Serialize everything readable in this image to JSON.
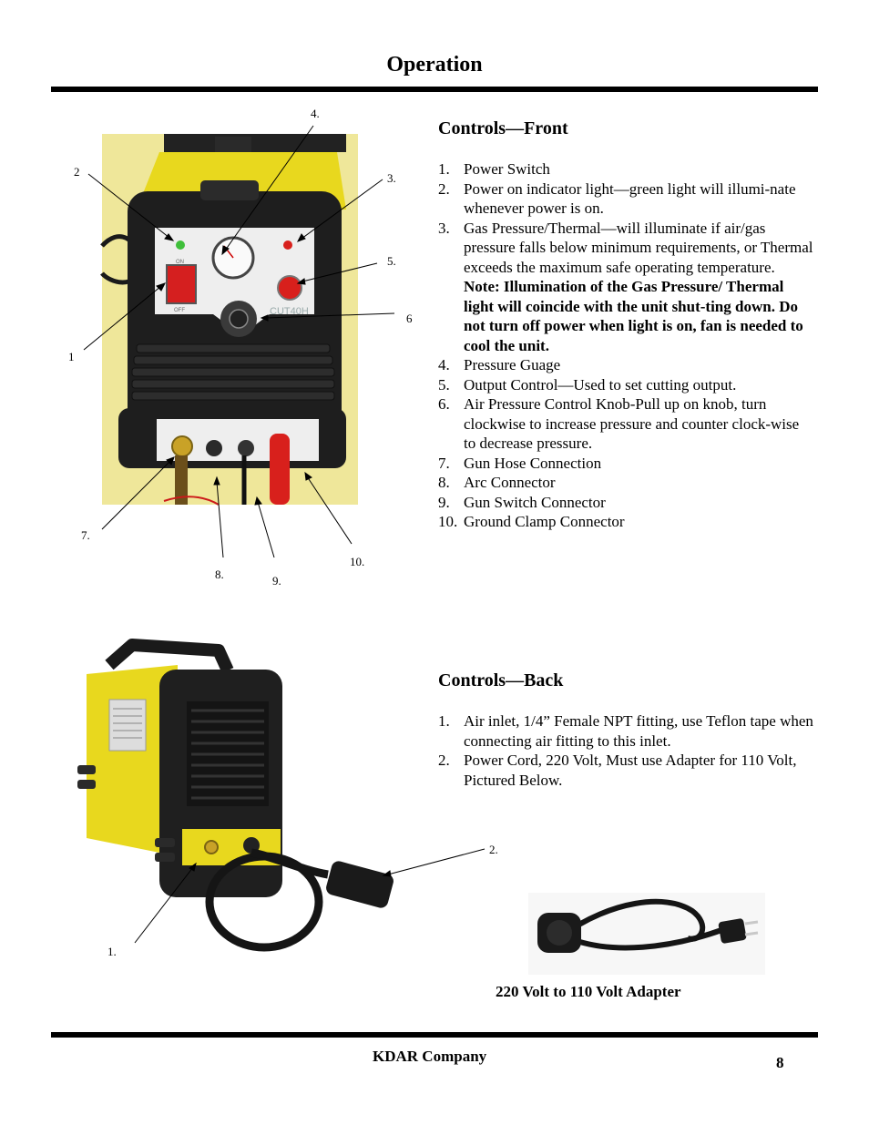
{
  "page": {
    "title": "Operation",
    "footer_company": "KDAR Company",
    "page_number": "8"
  },
  "front": {
    "heading": "Controls—Front",
    "items": [
      {
        "num": "1.",
        "text": "Power Switch"
      },
      {
        "num": "2.",
        "text": "Power on indicator light—green light will illumi-nate whenever power is on."
      },
      {
        "num": "3.",
        "text": "Gas Pressure/Thermal—will illuminate if air/gas pressure falls below minimum requirements, or Thermal exceeds the maximum safe operating temperature.",
        "note": "Note: Illumination of  the Gas Pressure/ Thermal light will coincide with the unit shut-ting down. Do not turn off power when  light is on, fan is needed to cool the unit."
      },
      {
        "num": "4.",
        "text": "Pressure Guage"
      },
      {
        "num": "5.",
        "text": "Output Control—Used to set cutting output."
      },
      {
        "num": "6.",
        "text": "Air Pressure Control Knob-Pull up on knob, turn clockwise to increase pressure and counter clock-wise to decrease pressure."
      },
      {
        "num": "7.",
        "text": "Gun Hose Connection"
      },
      {
        "num": "8.",
        "text": "Arc Connector"
      },
      {
        "num": "9.",
        "text": "Gun Switch Connector"
      },
      {
        "num": "10.",
        "text": "Ground Clamp Connector"
      }
    ],
    "callouts": {
      "c1": "1",
      "c2": "2",
      "c3": "3.",
      "c4": "4.",
      "c5": "5.",
      "c6": "6",
      "c7": "7.",
      "c8": "8.",
      "c9": "9.",
      "c10": "10."
    },
    "panel_text": {
      "on": "ON",
      "off": "OFF",
      "model": "CUT40H"
    }
  },
  "back": {
    "heading": "Controls—Back",
    "items": [
      {
        "num": "1.",
        "text": "Air inlet, 1/4” Female NPT fitting, use Teflon tape when connecting air fitting to this inlet."
      },
      {
        "num": "2.",
        "text": "Power Cord, 220 Volt, Must use Adapter for 110 Volt, Pictured Below."
      }
    ],
    "callouts": {
      "c1": "1.",
      "c2": "2."
    }
  },
  "adapter": {
    "caption": "220 Volt to 110 Volt Adapter"
  },
  "colors": {
    "machine_yellow": "#e8d81e",
    "backdrop_yellow": "#efe79a",
    "indicator_green": "#3fbf3a",
    "indicator_red": "#d8201c",
    "switch_red": "#d51f1f"
  }
}
